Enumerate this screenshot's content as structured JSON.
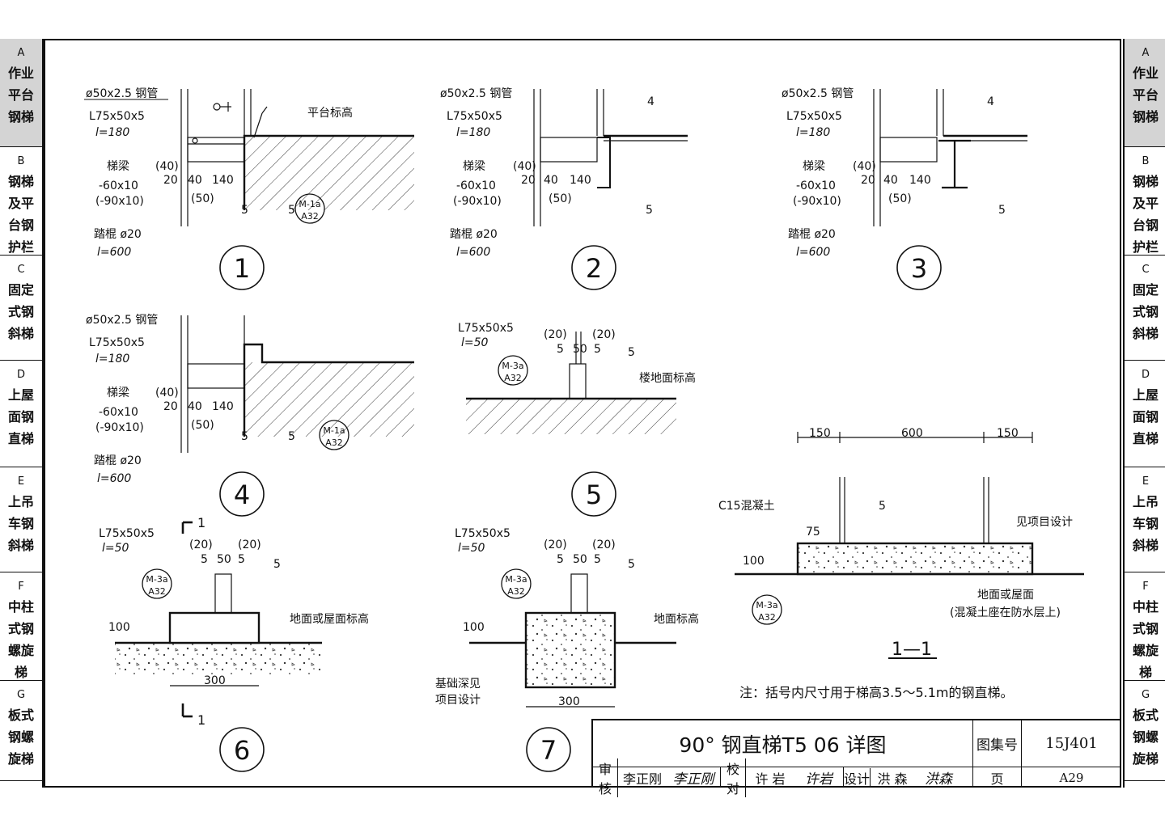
{
  "side_tabs": [
    {
      "code": "A",
      "label": "作业\n平台\n钢梯",
      "active": true
    },
    {
      "code": "B",
      "label": "钢梯\n及平\n台钢\n护栏",
      "active": false
    },
    {
      "code": "C",
      "label": "固定\n式钢\n斜梯",
      "active": false
    },
    {
      "code": "D",
      "label": "上屋\n面钢\n直梯",
      "active": false
    },
    {
      "code": "E",
      "label": "上吊\n车钢\n斜梯",
      "active": false
    },
    {
      "code": "F",
      "label": "中柱\n式钢\n螺旋\n梯",
      "active": false
    },
    {
      "code": "G",
      "label": "板式\n钢螺\n旋梯",
      "active": false
    }
  ],
  "labels": {
    "pipe": "ø50x2.5 钢管",
    "angle": "L75x50x5",
    "l180": "l=180",
    "beam": "梯梁",
    "beam_size1": "-60x10",
    "beam_size2": "(-90x10)",
    "rung": "踏棍 ø20",
    "l600": "l=600",
    "d40": "(40)",
    "d20": "20",
    "d40b": "40",
    "d140": "140",
    "d50": "(50)",
    "weld4": "4",
    "weld5": "5",
    "platform_elev": "平台标高",
    "l50": "l=50",
    "p20": "(20)",
    "d5": "5",
    "d50b": "50",
    "floor_elev": "楼地面标高",
    "ground_roof_elev": "地面或屋面标高",
    "ground_elev": "地面标高",
    "d100": "100",
    "d300": "300",
    "foundation1": "基础深见",
    "foundation2": "项目设计",
    "c15": "C15混凝土",
    "see_project": "见项目设计",
    "d150": "150",
    "d600": "600",
    "d75": "75",
    "ground_or_roof": "地面或屋面",
    "concrete_note": "(混凝土座在防水层上)",
    "section_mark": "1",
    "section_title": "1—1",
    "ref_m1a": "M-1a",
    "ref_m3a": "M-3a",
    "ref_a32": "A32",
    "note": "注：括号内尺寸用于梯高3.5～5.1m的钢直梯。"
  },
  "detail_numbers": [
    "1",
    "2",
    "3",
    "4",
    "5",
    "6",
    "7"
  ],
  "title_block": {
    "title": "90° 钢直梯T5 06 详图",
    "atlas_label": "图集号",
    "atlas_no": "15J401",
    "review_label": "审核",
    "reviewer": "李正刚",
    "reviewer_sig": "李正刚",
    "check_label": "校对",
    "checker": "许 岩",
    "checker_sig": "许岩",
    "design_label": "设计",
    "designer": "洪 森",
    "designer_sig": "洪森",
    "page_label": "页",
    "page_no": "A29"
  }
}
